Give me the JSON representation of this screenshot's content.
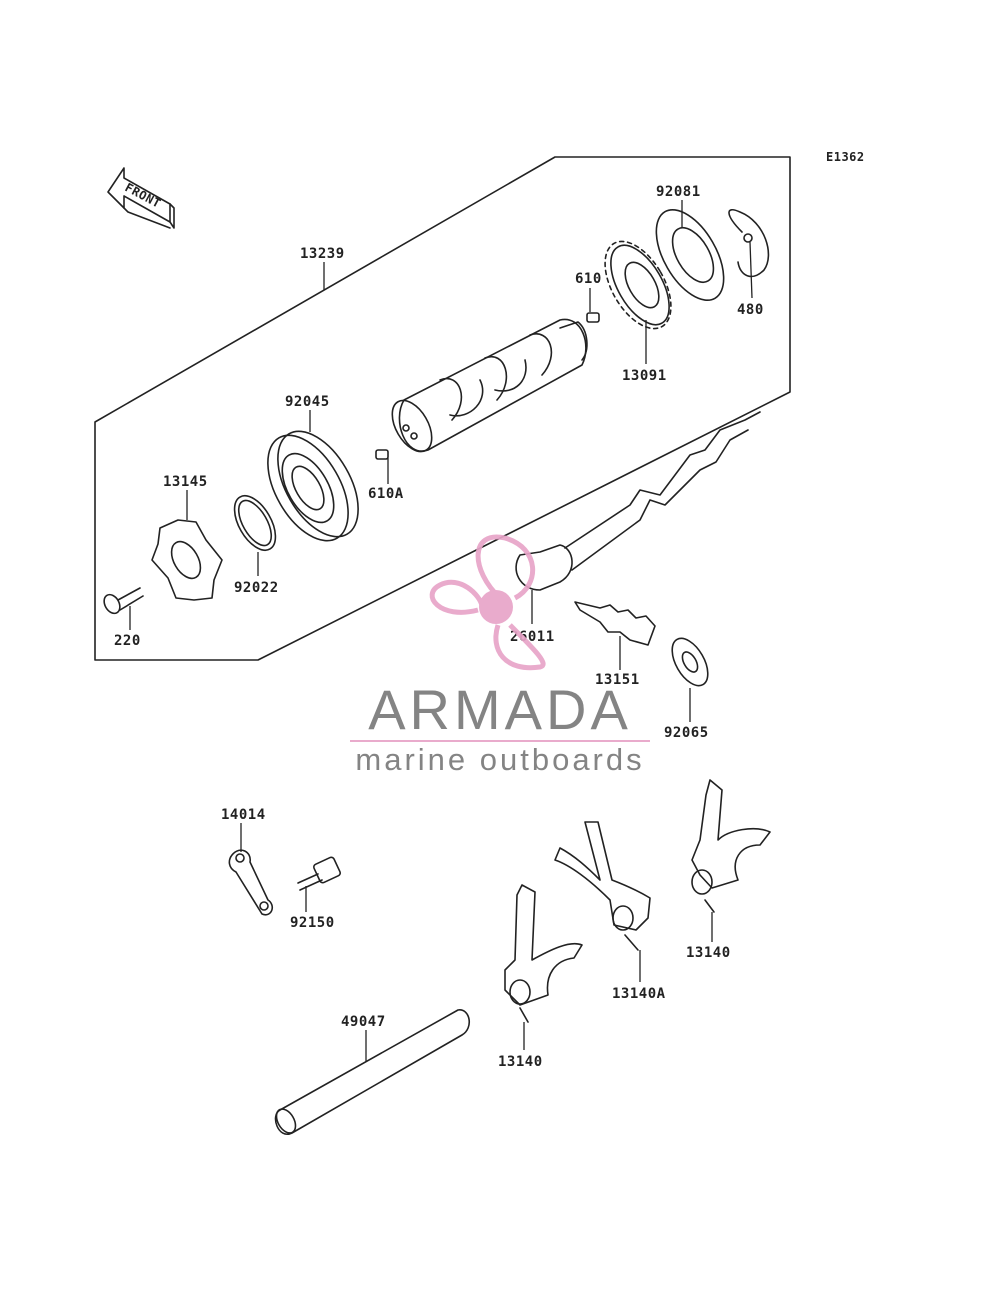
{
  "diagram_code": "E1362",
  "front_label": "FRONT",
  "watermark": {
    "brand": "ARMADA",
    "tagline": "marine outboards",
    "accent_color": "#e8a4c8",
    "text_color": "#7a7a7a",
    "logo_icon": "propeller-icon"
  },
  "parts": [
    {
      "id": "13239"
    },
    {
      "id": "92081"
    },
    {
      "id": "610"
    },
    {
      "id": "480"
    },
    {
      "id": "13091"
    },
    {
      "id": "92045"
    },
    {
      "id": "610A"
    },
    {
      "id": "13145"
    },
    {
      "id": "92022"
    },
    {
      "id": "220"
    },
    {
      "id": "26011"
    },
    {
      "id": "13151"
    },
    {
      "id": "92065"
    },
    {
      "id": "14014"
    },
    {
      "id": "92150"
    },
    {
      "id": "13140"
    },
    {
      "id": "13140A"
    },
    {
      "id": "13140"
    },
    {
      "id": "49047"
    }
  ]
}
